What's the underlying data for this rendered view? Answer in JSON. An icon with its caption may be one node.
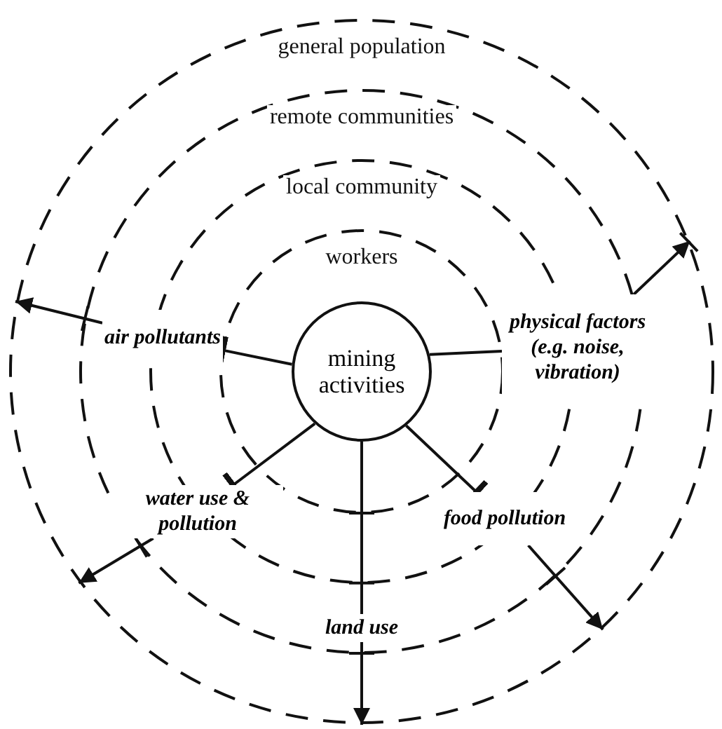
{
  "diagram": {
    "nodes": [
      {
        "text": [
          "general population"
        ]
      },
      {
        "text": [
          "remote communities"
        ],
        "in": 0
      },
      {
        "text": [
          "local community"
        ],
        "in": 1
      },
      {
        "text": [
          "workers"
        ],
        "in": 2
      },
      {
        "text": [
          "mining activities"
        ],
        "in": 3
      },
      {
        "text": [
          "air pollutants"
        ],
        "in": 1
      },
      {
        "text": [
          "physical factors (e.g. noise, vibration)"
        ],
        "in": 0
      },
      {
        "text": [
          "water use & pollution"
        ],
        "in": 1
      },
      {
        "text": [
          "food pollution"
        ],
        "in": 2
      },
      {
        "text": [
          "land use"
        ],
        "in": 1
      }
    ],
    "edges": [
      {
        "from": 4,
        "to": 5,
        "arrow": "other"
      },
      {
        "from": 5,
        "to": 0,
        "arrow": "to"
      },
      {
        "from": 4,
        "to": 6,
        "arrow": "none"
      },
      {
        "from": 6,
        "to": 0,
        "arrow": "to"
      },
      {
        "from": 4,
        "to": 7,
        "arrow": "other"
      },
      {
        "from": 7,
        "to": 0,
        "arrow": "to"
      },
      {
        "from": 4,
        "to": 8,
        "arrow": "other"
      },
      {
        "from": 8,
        "to": 0,
        "arrow": "to"
      },
      {
        "from": 4,
        "to": 9,
        "arrow": "none"
      },
      {
        "from": 9,
        "to": 0,
        "arrow": "to"
      }
    ]
  }
}
